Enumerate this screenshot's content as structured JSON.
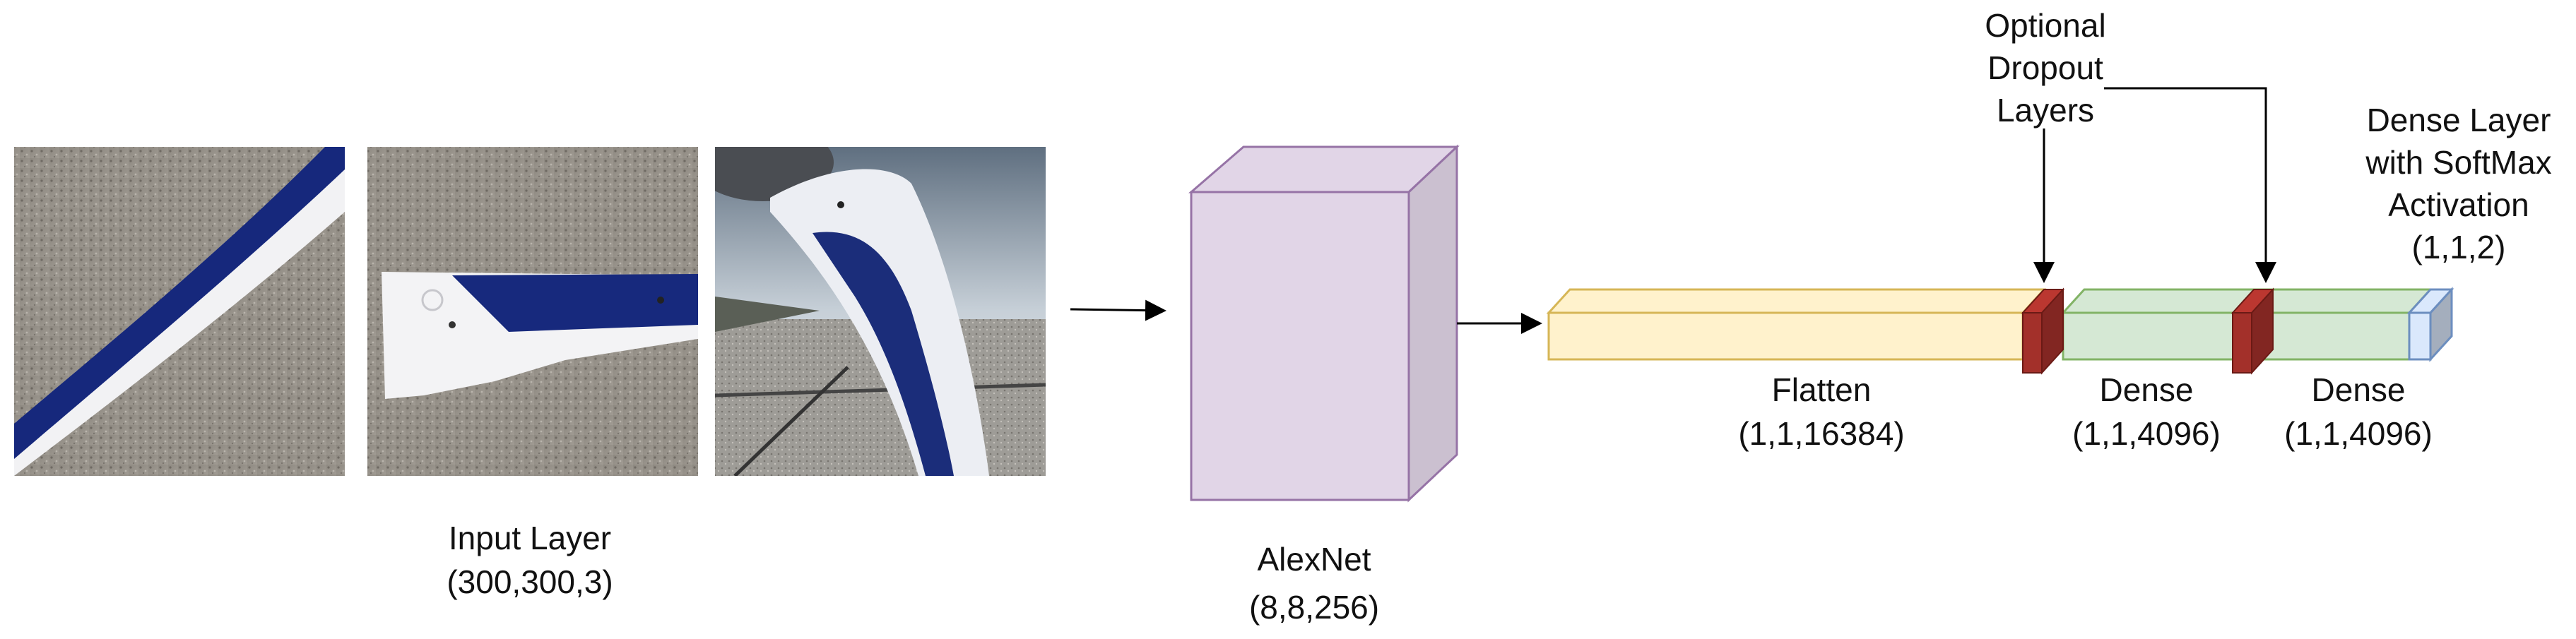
{
  "input_layer": {
    "title": "Input Layer",
    "shape": "(300,300,3)",
    "images": [
      {
        "name": "blade-closeup-diagonal-image"
      },
      {
        "name": "blade-root-image"
      },
      {
        "name": "blade-outdoor-sky-image"
      }
    ]
  },
  "alexnet": {
    "title": "AlexNet",
    "shape": "(8,8,256)",
    "color": "#e1d5e7",
    "stroke": "#9673a6"
  },
  "flatten": {
    "title": "Flatten",
    "shape": "(1,1,16384)",
    "color": "#fff2cc",
    "stroke": "#d6b656"
  },
  "dense_1": {
    "title": "Dense",
    "shape": "(1,1,4096)",
    "color": "#d5e8d4",
    "stroke": "#82b366"
  },
  "dense_2": {
    "title": "Dense",
    "shape": "(1,1,4096)"
  },
  "dropout": {
    "lines": [
      "Optional",
      "Dropout",
      "Layers"
    ],
    "color": "#a3302a"
  },
  "softmax": {
    "lines": [
      "Dense Layer",
      "with SoftMax",
      "Activation"
    ],
    "shape": "(1,1,2)",
    "color": "#dae8fc",
    "stroke": "#6c8ebf"
  }
}
